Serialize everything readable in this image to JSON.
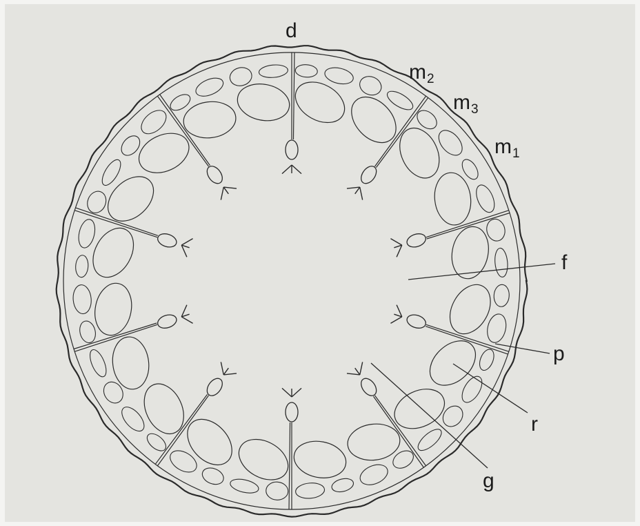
{
  "diagram": {
    "labels": {
      "d": "d",
      "m2_main": "m",
      "m2_sub": "2",
      "m3_main": "m",
      "m3_sub": "3",
      "m1_main": "m",
      "m1_sub": "1",
      "f": "f",
      "p": "p",
      "r": "r",
      "g": "g"
    },
    "colors": {
      "background": "#e4e4e0",
      "line": "#2a2a2a"
    }
  }
}
